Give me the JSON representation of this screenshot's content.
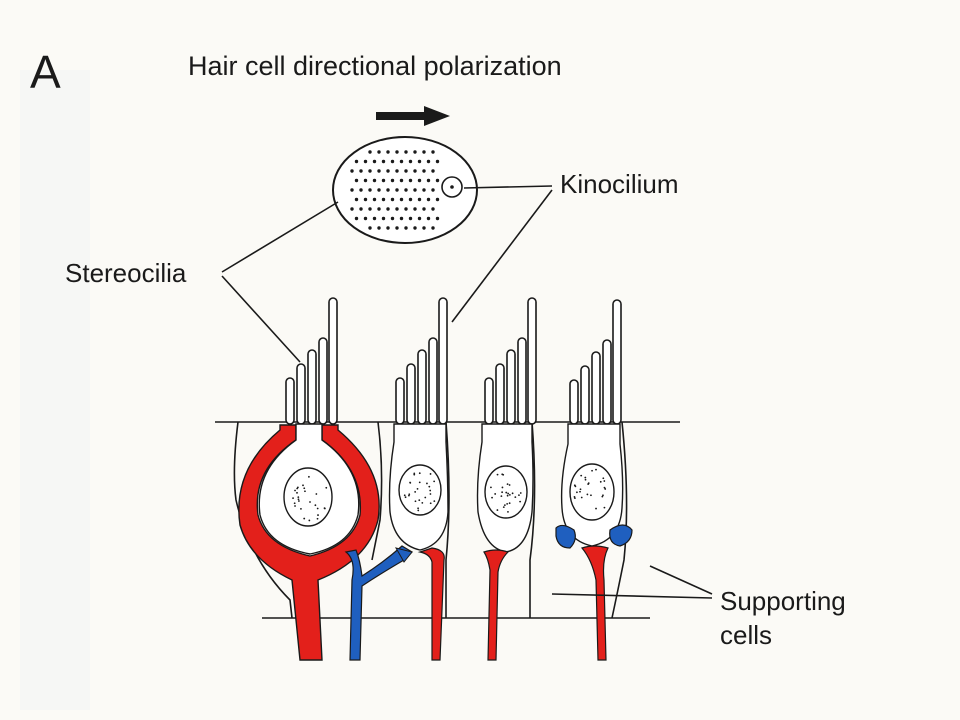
{
  "figure": {
    "panel_letter": "A",
    "title": "Hair cell directional polarization",
    "labels": {
      "kinocilium": "Kinocilium",
      "stereocilia": "Stereocilia",
      "supporting_line1": "Supporting",
      "supporting_line2": "cells"
    }
  },
  "colors": {
    "background": "#fbfaf6",
    "ink": "#1a1a1a",
    "afferent_red": "#e3201b",
    "efferent_blue": "#1f5fbf",
    "cell_fill": "#ffffff"
  },
  "icons": {
    "polarity_arrow": "arrow-right-icon"
  }
}
